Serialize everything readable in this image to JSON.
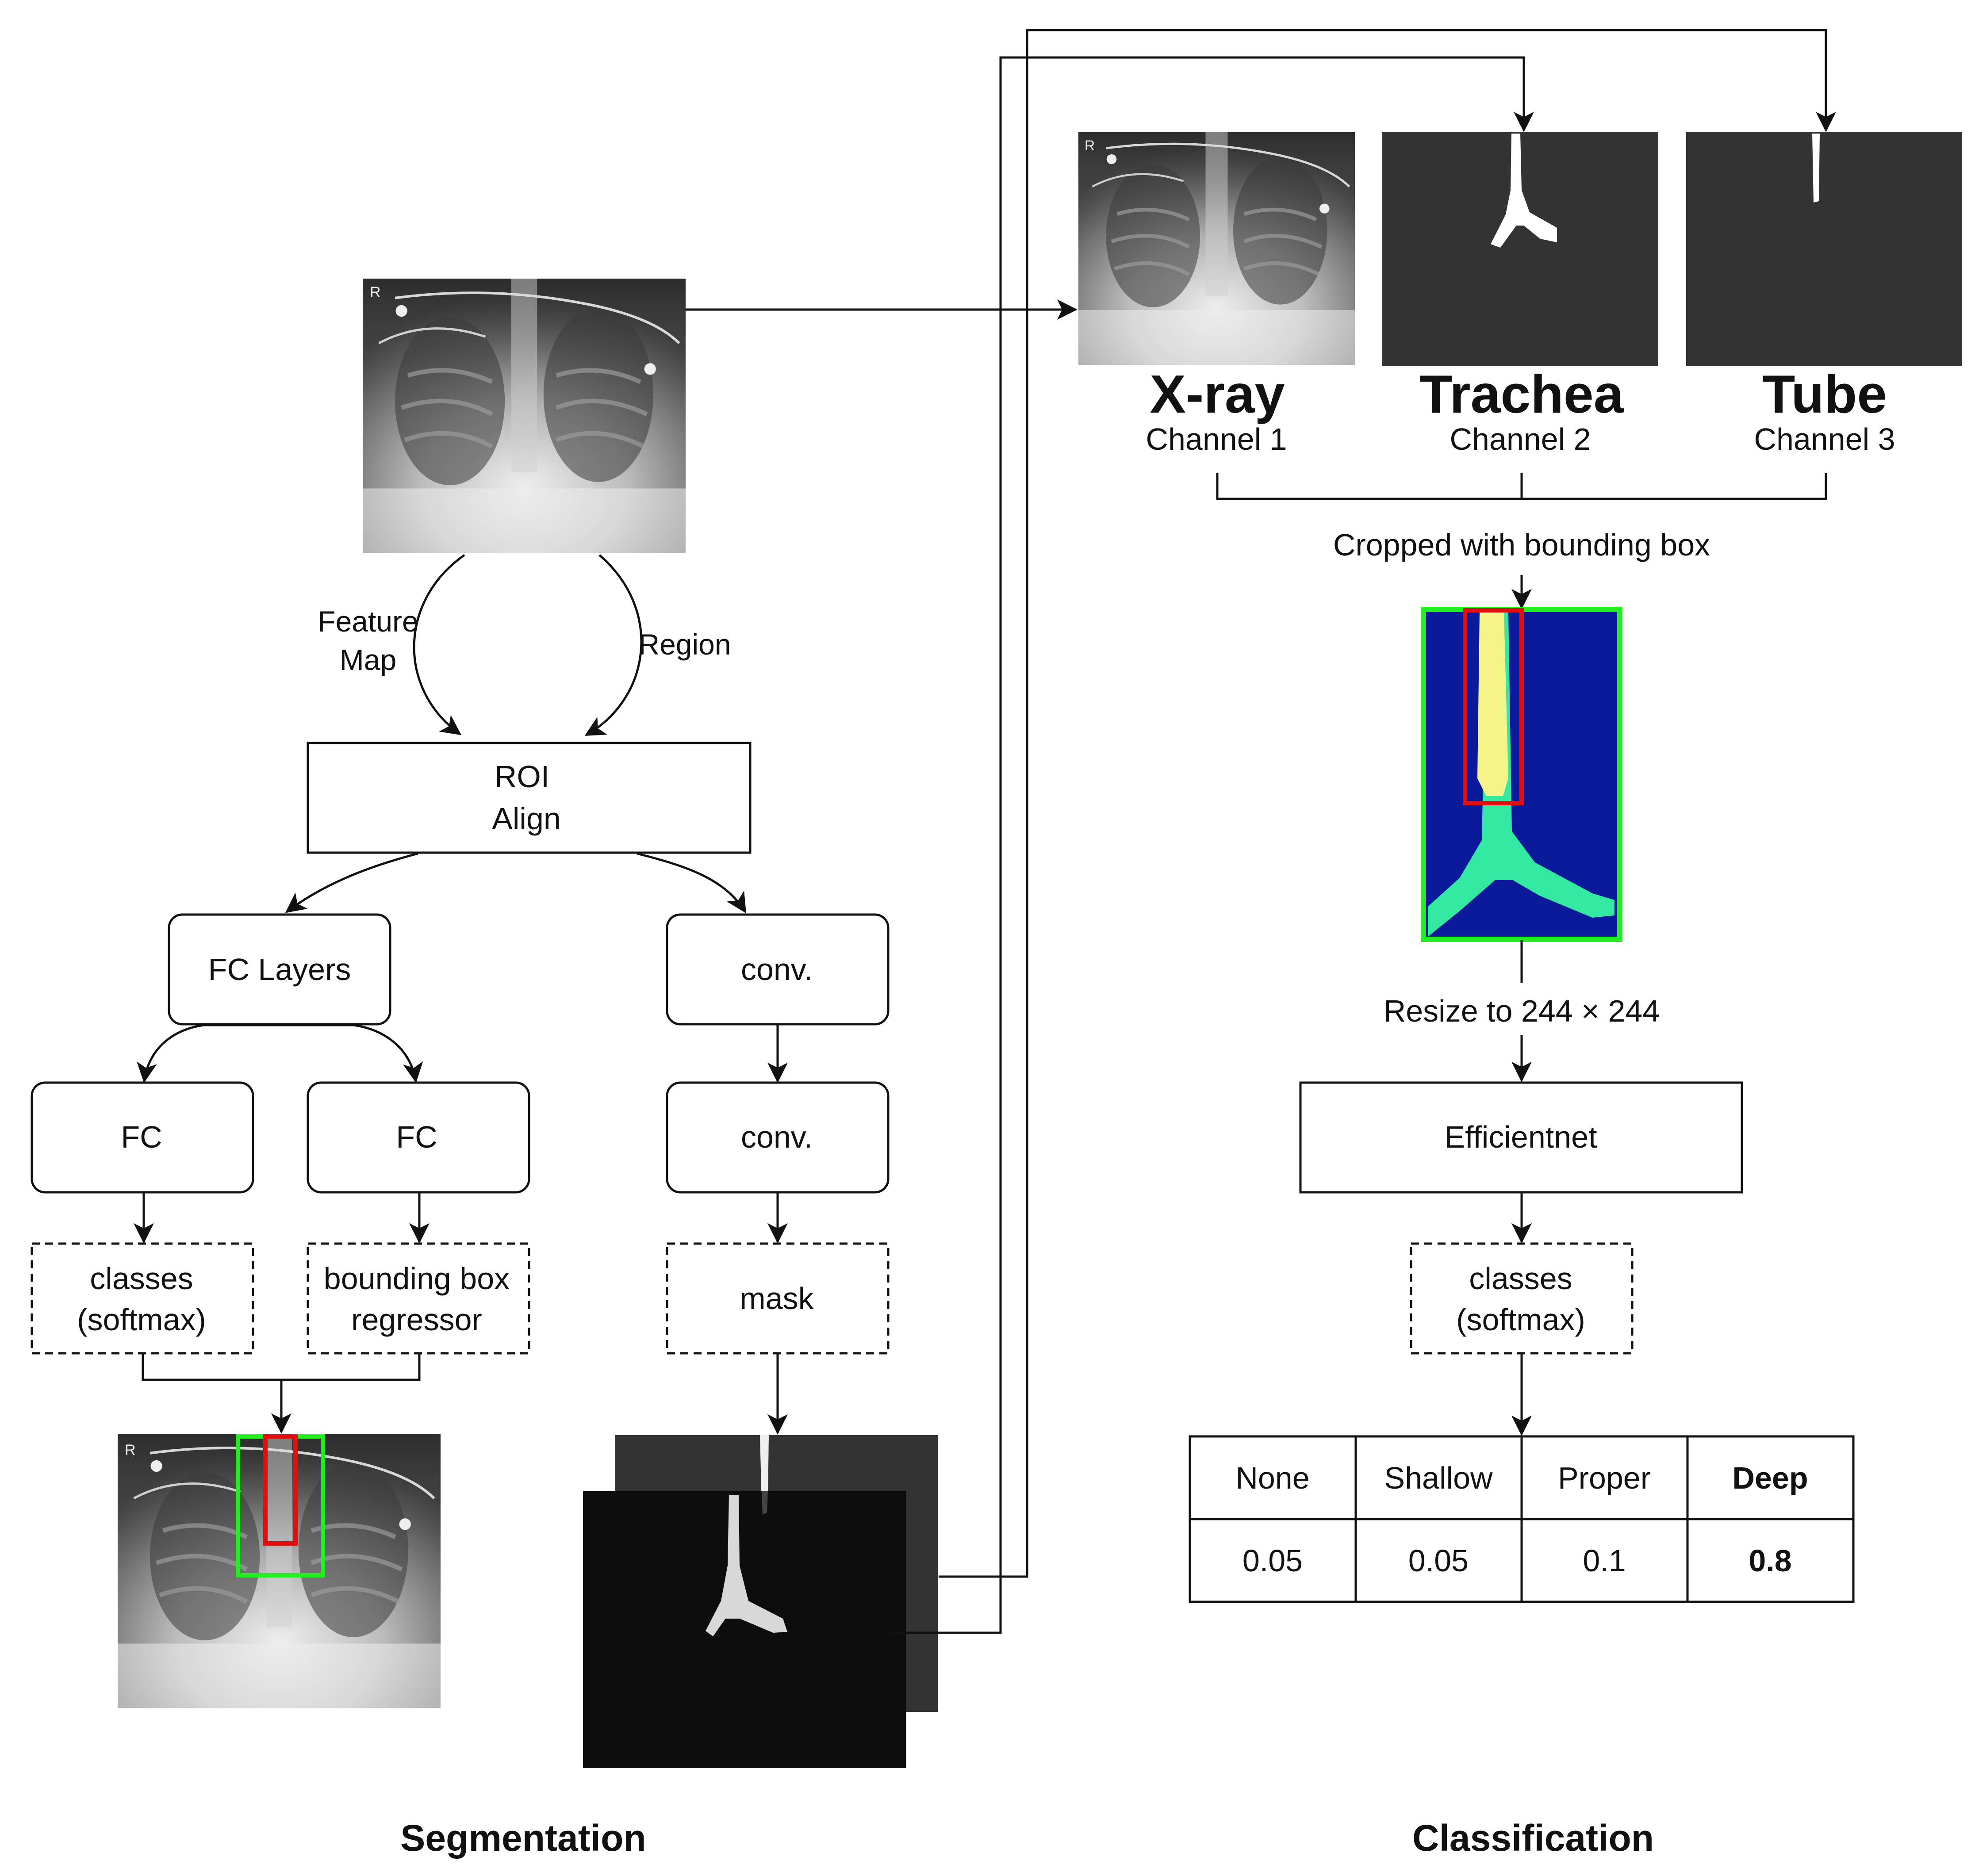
{
  "segmentation": {
    "input_label_feature_line1": "Feature",
    "input_label_feature_line2": "Map",
    "input_label_region": "Region",
    "roi_line1": "ROI",
    "roi_line2": "Align",
    "fc_layers": "FC Layers",
    "fc_left": "FC",
    "fc_right": "FC",
    "classes_line1": "classes",
    "classes_line2": "(softmax)",
    "bbox_line1": "bounding box",
    "bbox_line2": "regressor",
    "conv1": "conv.",
    "conv2": "conv.",
    "mask": "mask",
    "xray_marker": "R",
    "section_title": "Segmentation"
  },
  "channels": [
    {
      "title": "X-ray",
      "subtitle": "Channel 1"
    },
    {
      "title": "Trachea",
      "subtitle": "Channel 2"
    },
    {
      "title": "Tube",
      "subtitle": "Channel 3"
    }
  ],
  "classification": {
    "crop_label": "Cropped with bounding box",
    "resize_label": "Resize to 244 × 244",
    "model": "Efficientnet",
    "classes_line1": "classes",
    "classes_line2": "(softmax)",
    "section_title": "Classification",
    "table": {
      "headers": [
        "None",
        "Shallow",
        "Proper",
        "Deep"
      ],
      "values": [
        "0.05",
        "0.05",
        "0.1",
        "0.8"
      ],
      "highlight_index": 3
    }
  },
  "colors": {
    "bbox_green": "#22ee22",
    "bbox_red": "#e01010",
    "heatmap_bg": "#0a1a9a",
    "heatmap_trachea": "#33e8a0",
    "heatmap_tube": "#f4f48a",
    "mask_dark": "#333333",
    "mask_black": "#0d0d0d"
  }
}
